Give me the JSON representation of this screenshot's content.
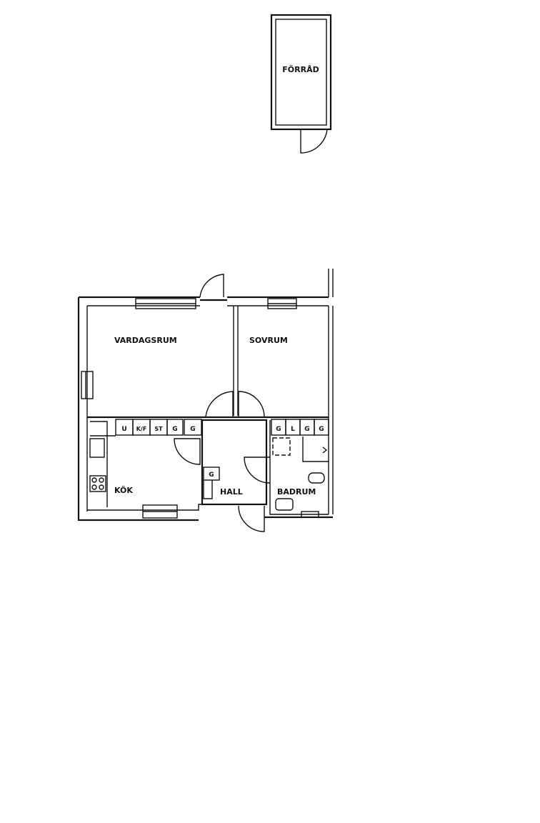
{
  "plan": {
    "rooms": [
      {
        "id": "forrad",
        "label": "FÖRRÅD"
      },
      {
        "id": "vardagsrum",
        "label": "VARDAGSRUM"
      },
      {
        "id": "sovrum",
        "label": "SOVRUM"
      },
      {
        "id": "kok",
        "label": "KÖK"
      },
      {
        "id": "hall",
        "label": "HALL"
      },
      {
        "id": "badrum",
        "label": "BADRUM"
      }
    ],
    "kitchen_units": [
      "U",
      "K/F",
      "ST",
      "G",
      "G"
    ],
    "hall_units": [
      "G"
    ],
    "bath_units": [
      "G",
      "L",
      "G",
      "G"
    ],
    "colors": {
      "line": "#111111",
      "background": "#ffffff"
    }
  }
}
